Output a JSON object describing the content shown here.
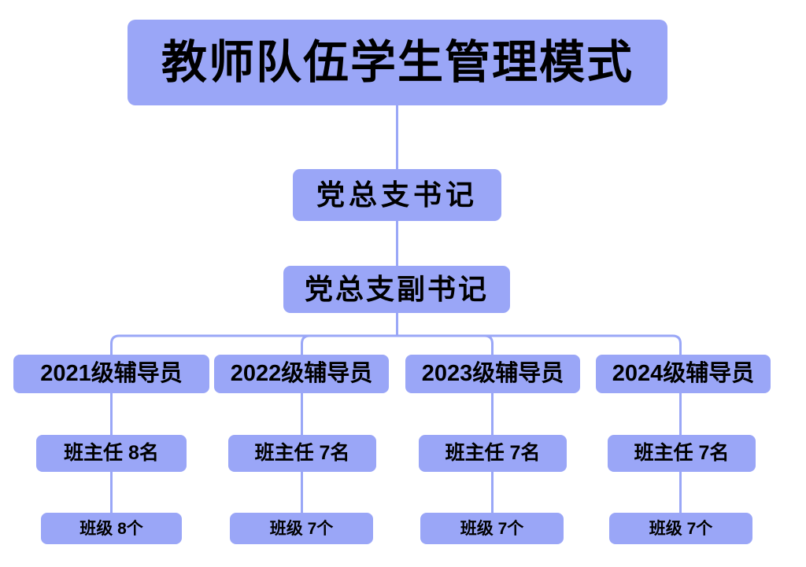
{
  "diagram": {
    "title": "教师队伍学生管理模式",
    "type": "organization-chart",
    "accent_color": "#9aa6f7",
    "connector_color": "#9aa7f7",
    "background_color": "#ffffff",
    "text_color": "#000000",
    "levels": {
      "level1": {
        "label": "教师队伍学生管理模式"
      },
      "level2": {
        "label": "党总支书记"
      },
      "level3": {
        "label": "党总支副书记"
      },
      "level4": [
        {
          "label": "2021级辅导员"
        },
        {
          "label": "2022级辅导员"
        },
        {
          "label": "2023级辅导员"
        },
        {
          "label": "2024级辅导员"
        }
      ],
      "level5": [
        {
          "label": "班主任  8名",
          "count": 8
        },
        {
          "label": "班主任  7名",
          "count": 7
        },
        {
          "label": "班主任  7名",
          "count": 7
        },
        {
          "label": "班主任  7名",
          "count": 7
        }
      ],
      "level6": [
        {
          "label": "班级  8个",
          "count": 8
        },
        {
          "label": "班级  7个",
          "count": 7
        },
        {
          "label": "班级  7个",
          "count": 7
        },
        {
          "label": "班级  7个",
          "count": 7
        }
      ]
    }
  }
}
